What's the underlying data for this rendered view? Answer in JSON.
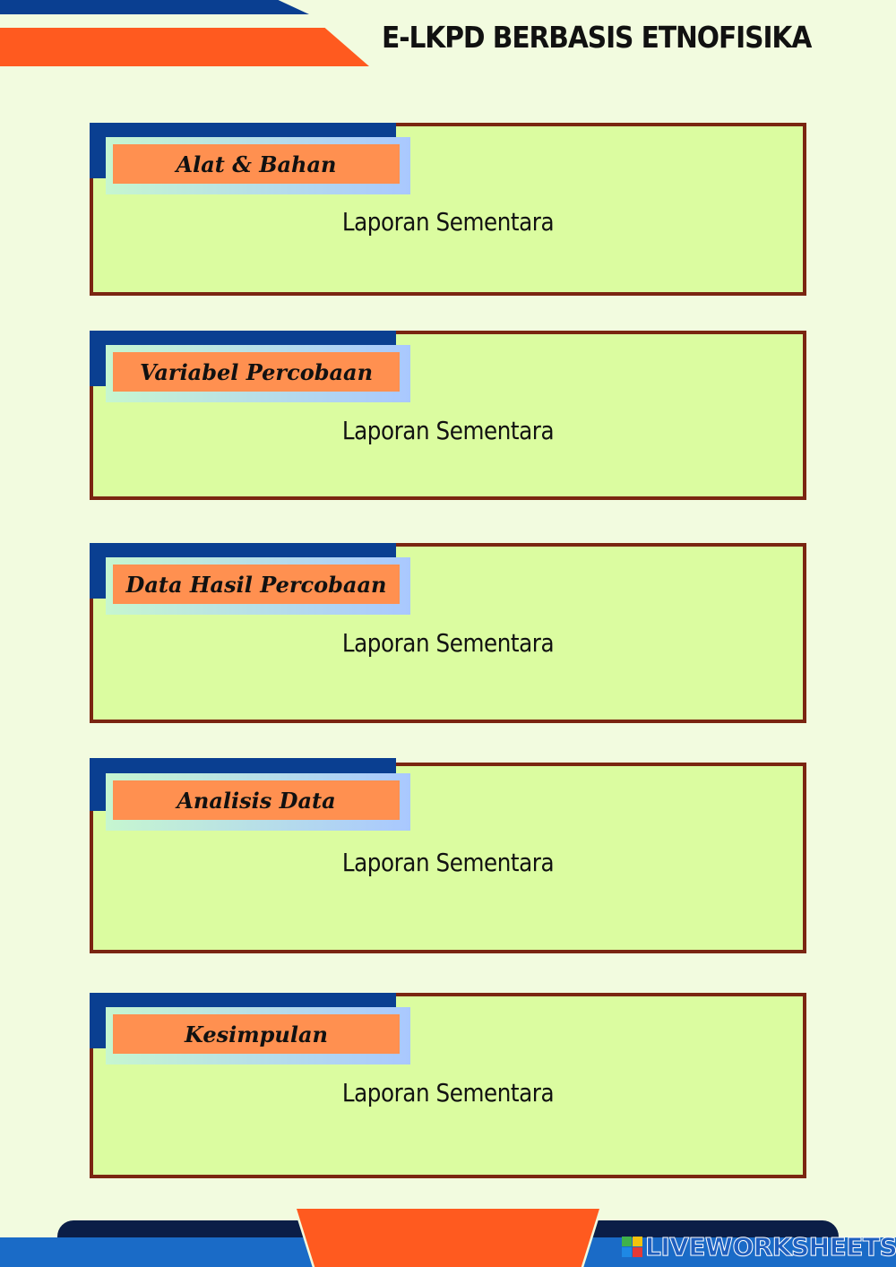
{
  "header": {
    "title": "E-LKPD BERBASIS ETNOFISIKA"
  },
  "sections": [
    {
      "label": "Alat & Bahan",
      "body": "Laporan Sementara"
    },
    {
      "label": "Variabel Percobaan",
      "body": "Laporan Sementara"
    },
    {
      "label": "Data Hasil Percobaan",
      "body": "Laporan Sementara"
    },
    {
      "label": "Analisis Data",
      "body": "Laporan Sementara"
    },
    {
      "label": "Kesimpulan",
      "body": "Laporan Sementara"
    }
  ],
  "footer": {
    "watermark": "LIVEWORKSHEETS",
    "watermark_logo": "liveworksheets-logo"
  },
  "colors": {
    "background": "#f2fbdf",
    "accent_blue": "#0a3f91",
    "accent_orange": "#ff5a1f",
    "box_fill": "#dbfca0",
    "box_border": "#7a2511",
    "label_fill": "#ff9050"
  }
}
